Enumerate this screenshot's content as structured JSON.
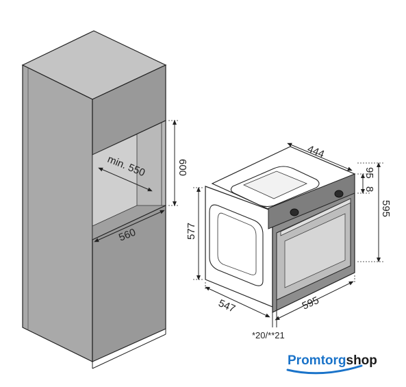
{
  "dimensions": {
    "niche_depth": "min. 550",
    "niche_width": "560",
    "niche_height": "600",
    "oven_top_depth": "444",
    "oven_panel_height": "95",
    "oven_panel_offset": "8",
    "oven_height": "595",
    "oven_body_height": "577",
    "oven_body_depth": "547",
    "oven_width": "595",
    "door_note": "*20/**21"
  },
  "brand": {
    "part1": "Promtorg",
    "part2": "shop",
    "color1": "#1a73c9",
    "color2": "#1a1a1a"
  },
  "colors": {
    "cabinet_front": "#a7a7a7",
    "cabinet_side": "#8e8e8e",
    "cabinet_top": "#c2c2c2",
    "oven_panel": "#9a9a9a"
  }
}
